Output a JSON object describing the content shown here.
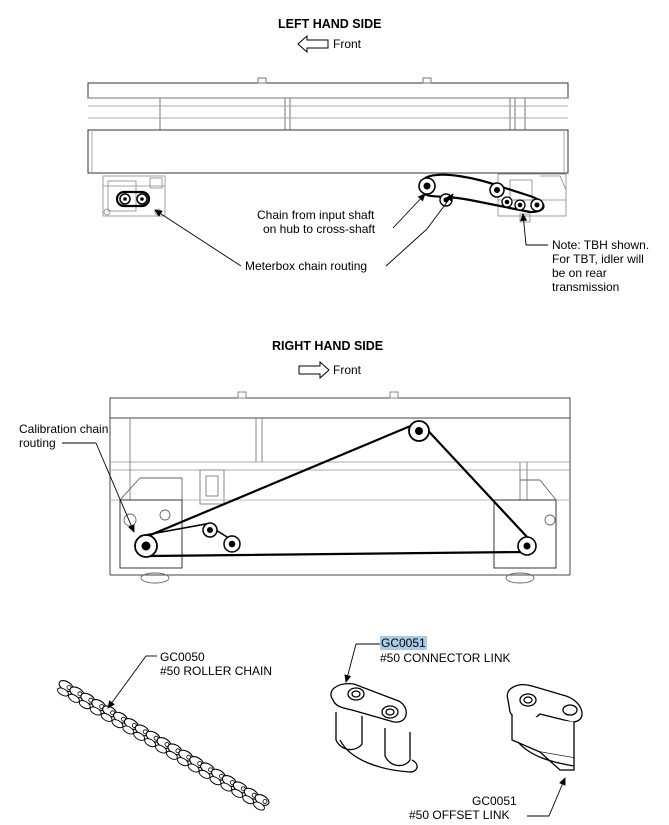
{
  "left_section": {
    "title": "LEFT HAND SIDE",
    "direction_label": "Front",
    "direction": "left",
    "callouts": {
      "input_shaft_line1": "Chain from input shaft",
      "input_shaft_line2": "on hub to cross-shaft",
      "meterbox": "Meterbox chain routing",
      "note_line1": "Note: TBH shown.",
      "note_line2": "For TBT, idler will",
      "note_line3": "be on rear",
      "note_line4": "transmission"
    }
  },
  "right_section": {
    "title": "RIGHT HAND SIDE",
    "direction_label": "Front",
    "direction": "right",
    "callouts": {
      "calibration_line1": "Calibration chain",
      "calibration_line2": "routing"
    }
  },
  "parts": {
    "roller_chain": {
      "code": "GC0050",
      "name": "#50 ROLLER CHAIN"
    },
    "connector_link": {
      "code": "GC0051",
      "name": "#50 CONNECTOR LINK",
      "highlight": "#a9cbe6"
    },
    "offset_link": {
      "code": "GC0051",
      "name": "#50 OFFSET LINK"
    }
  }
}
